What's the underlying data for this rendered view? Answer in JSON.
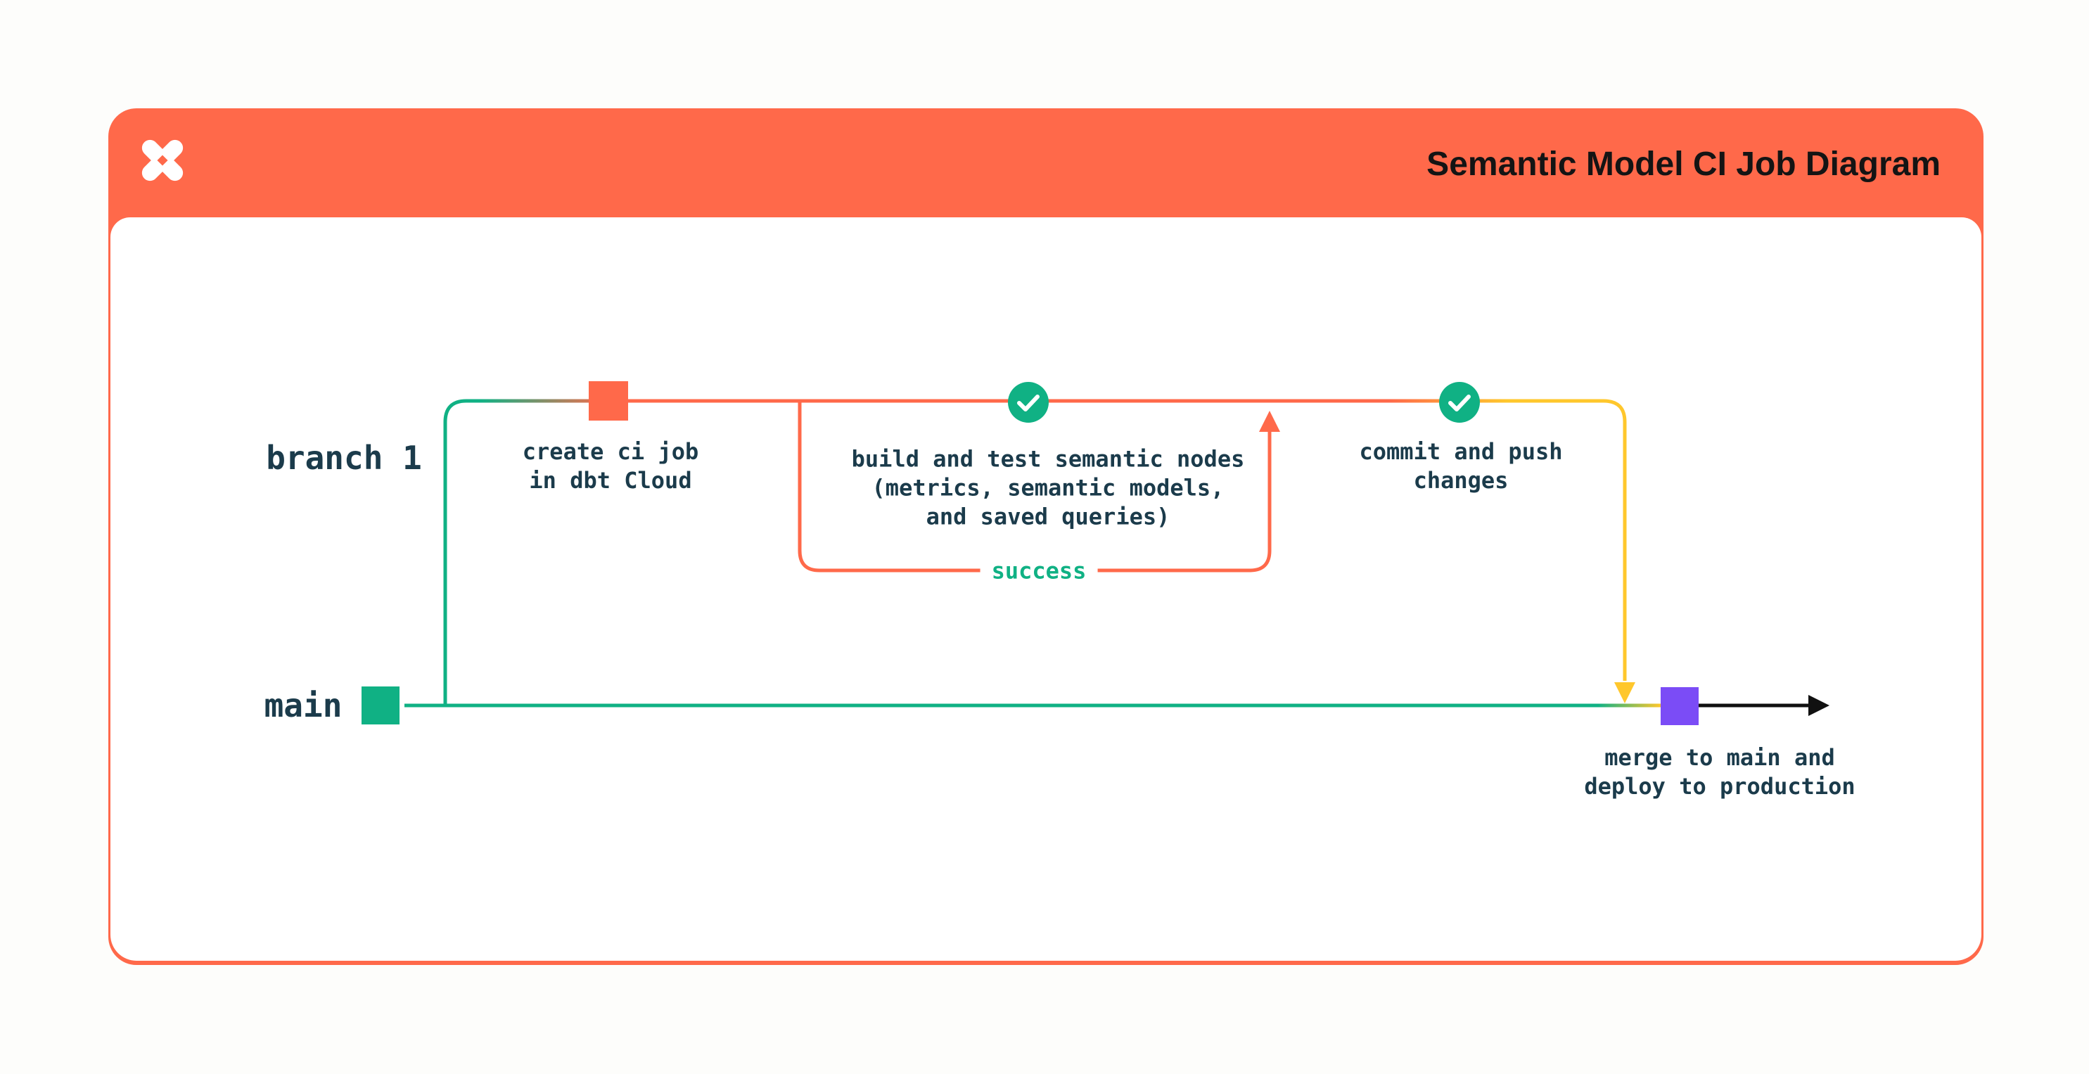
{
  "header": {
    "title": "Semantic Model CI Job Diagram",
    "logo": "dbt-logo"
  },
  "diagram": {
    "lanes": {
      "branch": "branch 1",
      "main": "main"
    },
    "steps": {
      "create_ci": {
        "label": "create ci job\nin dbt Cloud"
      },
      "build_test": {
        "label": "build and test semantic nodes\n(metrics, semantic models,\nand saved queries)"
      },
      "commit_push": {
        "label": "commit and push\nchanges"
      },
      "merge_deploy": {
        "label": "merge to main and\ndeploy to production"
      }
    },
    "loop": {
      "label": "success"
    }
  },
  "colors": {
    "orange": "#FF694A",
    "green": "#10B184",
    "yellow": "#FFC72C",
    "purple": "#7B4CF6",
    "ink": "#1B3B4B",
    "title": "#141414",
    "card-bg": "#FFFFFF",
    "page-bg": "#FDFDFB"
  }
}
